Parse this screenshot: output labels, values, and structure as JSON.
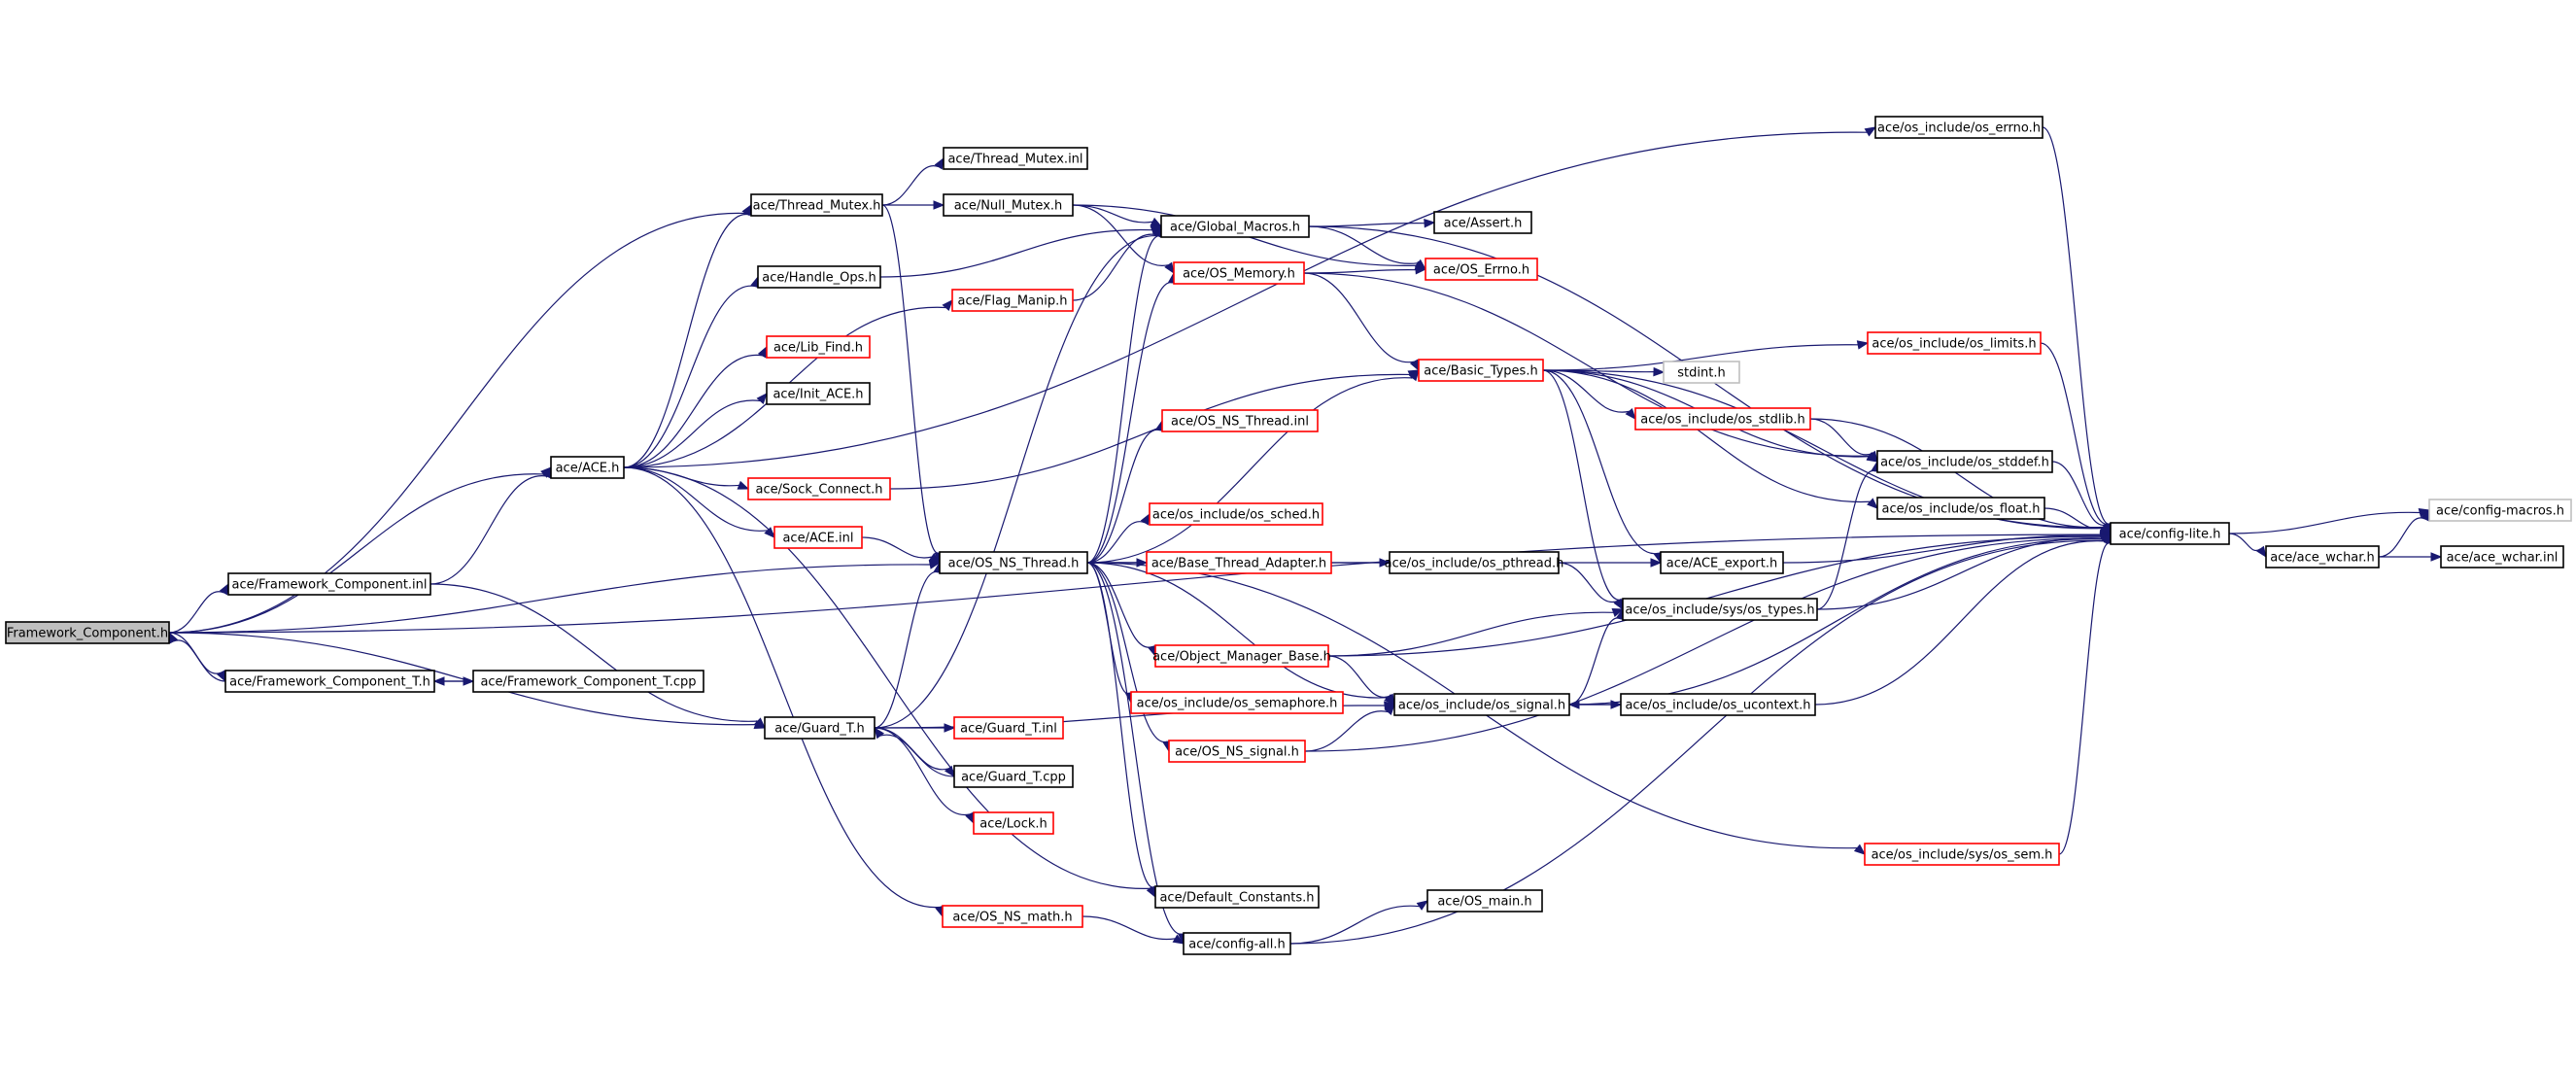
{
  "diagram": {
    "nodes": [
      {
        "id": "framework_component_h",
        "label": "Framework_Component.h",
        "style": "root"
      },
      {
        "id": "fw_component_inl",
        "label": "ace/Framework_Component.inl",
        "style": "black"
      },
      {
        "id": "fw_component_t_h",
        "label": "ace/Framework_Component_T.h",
        "style": "black"
      },
      {
        "id": "fw_component_t_cpp",
        "label": "ace/Framework_Component_T.cpp",
        "style": "black"
      },
      {
        "id": "ace_h",
        "label": "ace/ACE.h",
        "style": "black"
      },
      {
        "id": "thread_mutex_h",
        "label": "ace/Thread_Mutex.h",
        "style": "black"
      },
      {
        "id": "thread_mutex_inl",
        "label": "ace/Thread_Mutex.inl",
        "style": "black"
      },
      {
        "id": "null_mutex_h",
        "label": "ace/Null_Mutex.h",
        "style": "black"
      },
      {
        "id": "handle_ops_h",
        "label": "ace/Handle_Ops.h",
        "style": "black"
      },
      {
        "id": "lib_find_h",
        "label": "ace/Lib_Find.h",
        "style": "red"
      },
      {
        "id": "init_ace_h",
        "label": "ace/Init_ACE.h",
        "style": "black"
      },
      {
        "id": "sock_connect_h",
        "label": "ace/Sock_Connect.h",
        "style": "red"
      },
      {
        "id": "ace_inl",
        "label": "ace/ACE.inl",
        "style": "red"
      },
      {
        "id": "flag_manip_h",
        "label": "ace/Flag_Manip.h",
        "style": "red"
      },
      {
        "id": "global_macros_h",
        "label": "ace/Global_Macros.h",
        "style": "black"
      },
      {
        "id": "assert_h",
        "label": "ace/Assert.h",
        "style": "black"
      },
      {
        "id": "os_memory_h",
        "label": "ace/OS_Memory.h",
        "style": "red"
      },
      {
        "id": "os_errno_h",
        "label": "ace/OS_Errno.h",
        "style": "red"
      },
      {
        "id": "basic_types_h",
        "label": "ace/Basic_Types.h",
        "style": "red"
      },
      {
        "id": "stdint_h",
        "label": "stdint.h",
        "style": "gray"
      },
      {
        "id": "os_limits_h",
        "label": "ace/os_include/os_limits.h",
        "style": "red"
      },
      {
        "id": "os_stdlib_h",
        "label": "ace/os_include/os_stdlib.h",
        "style": "red"
      },
      {
        "id": "os_stddef_h",
        "label": "ace/os_include/os_stddef.h",
        "style": "black"
      },
      {
        "id": "os_float_h",
        "label": "ace/os_include/os_float.h",
        "style": "black"
      },
      {
        "id": "os_errno_inc_h",
        "label": "ace/os_include/os_errno.h",
        "style": "black"
      },
      {
        "id": "ace_export_h",
        "label": "ace/ACE_export.h",
        "style": "black"
      },
      {
        "id": "os_types_h",
        "label": "ace/os_include/sys/os_types.h",
        "style": "black"
      },
      {
        "id": "config_lite_h",
        "label": "ace/config-lite.h",
        "style": "black"
      },
      {
        "id": "config_macros_h",
        "label": "ace/config-macros.h",
        "style": "gray"
      },
      {
        "id": "ace_wchar_h",
        "label": "ace/ace_wchar.h",
        "style": "black"
      },
      {
        "id": "ace_wchar_inl",
        "label": "ace/ace_wchar.inl",
        "style": "black"
      },
      {
        "id": "os_ns_thread_inl",
        "label": "ace/OS_NS_Thread.inl",
        "style": "red"
      },
      {
        "id": "os_ns_thread_h",
        "label": "ace/OS_NS_Thread.h",
        "style": "black"
      },
      {
        "id": "os_sched_h",
        "label": "ace/os_include/os_sched.h",
        "style": "red"
      },
      {
        "id": "base_thread_adapter_h",
        "label": "ace/Base_Thread_Adapter.h",
        "style": "red"
      },
      {
        "id": "os_pthread_h",
        "label": "ace/os_include/os_pthread.h",
        "style": "black"
      },
      {
        "id": "object_manager_base_h",
        "label": "ace/Object_Manager_Base.h",
        "style": "red"
      },
      {
        "id": "os_semaphore_h",
        "label": "ace/os_include/os_semaphore.h",
        "style": "red"
      },
      {
        "id": "os_signal_h",
        "label": "ace/os_include/os_signal.h",
        "style": "black"
      },
      {
        "id": "os_ucontext_h",
        "label": "ace/os_include/os_ucontext.h",
        "style": "black"
      },
      {
        "id": "os_ns_signal_h",
        "label": "ace/OS_NS_signal.h",
        "style": "red"
      },
      {
        "id": "os_sem_h",
        "label": "ace/os_include/sys/os_sem.h",
        "style": "red"
      },
      {
        "id": "guard_t_h",
        "label": "ace/Guard_T.h",
        "style": "black"
      },
      {
        "id": "guard_t_inl",
        "label": "ace/Guard_T.inl",
        "style": "red"
      },
      {
        "id": "guard_t_cpp",
        "label": "ace/Guard_T.cpp",
        "style": "black"
      },
      {
        "id": "lock_h",
        "label": "ace/Lock.h",
        "style": "red"
      },
      {
        "id": "default_constants_h",
        "label": "ace/Default_Constants.h",
        "style": "black"
      },
      {
        "id": "os_ns_math_h",
        "label": "ace/OS_NS_math.h",
        "style": "red"
      },
      {
        "id": "config_all_h",
        "label": "ace/config-all.h",
        "style": "black"
      },
      {
        "id": "os_main_h",
        "label": "ace/OS_main.h",
        "style": "black"
      }
    ],
    "colors": {
      "edge": "#191970",
      "border_default": "#000000",
      "border_truncated": "#ff0000",
      "border_external": "#bfbfbf",
      "root_fill": "#bfbfbf"
    }
  }
}
